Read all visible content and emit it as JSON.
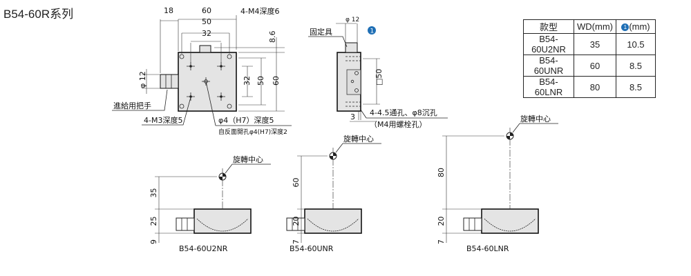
{
  "title": "B54-60R系列",
  "badge": "1",
  "top_view": {
    "dim_18": "18",
    "dim_60w": "60",
    "dim_50w": "50",
    "dim_32w": "32",
    "dim_86": "8.6",
    "dim_32h": "32",
    "dim_50h": "50",
    "dim_60h": "60",
    "dim_phi12": "φ 12",
    "m4_note": "4-M4深度6",
    "handle_label": "進給用把手",
    "m3_note": "4-M3深度5",
    "hole_note": "φ4（H7）深度5",
    "hole_note2": "自反面開孔φ4(H7)深度2"
  },
  "side_view": {
    "phi12": "φ 12",
    "fixture_label": "固定具",
    "dim_50": "□50",
    "dim_3": "3",
    "hole_note": "4-4.5通孔、φ8沉孔",
    "hole_note2": "（M4用螺栓孔）"
  },
  "table": {
    "headers": [
      "款型",
      "WD(mm)",
      "(mm)"
    ],
    "rows": [
      [
        "B54-60U2NR",
        "35",
        "10.5"
      ],
      [
        "B54-60UNR",
        "60",
        "8.5"
      ],
      [
        "B54-60LNR",
        "80",
        "8.5"
      ]
    ]
  },
  "front_views": [
    {
      "model": "B54-60U2NR",
      "wd": "35",
      "height": "25",
      "offset": "9",
      "center_label": "旋轉中心"
    },
    {
      "model": "B54-60UNR",
      "wd": "60",
      "height": "20",
      "offset": "7",
      "center_label": "旋轉中心"
    },
    {
      "model": "B54-60LNR",
      "wd": "80",
      "height": "20",
      "offset": "7",
      "center_label": "旋轉中心"
    }
  ]
}
